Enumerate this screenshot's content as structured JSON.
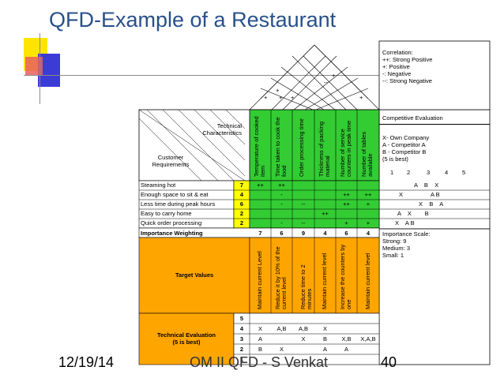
{
  "title": "QFD-Example of a Restaurant",
  "footer": {
    "date": "12/19/14",
    "center": "OM II QFD - S Venkat",
    "page": "40"
  },
  "colors": {
    "title": "#28508a",
    "yellow": "#ffff00",
    "orange": "#ffa500",
    "green": "#33cc33",
    "deco_yellow": "#ffe400",
    "deco_blue": "#3b3bd6",
    "deco_red": "#e86060"
  },
  "correlation_legend": {
    "heading": "Correlation:",
    "items": [
      "++: Strong Positive",
      "+: Positive",
      "-: Negative",
      "--: Strong Negative"
    ]
  },
  "roof_marks": [
    "+",
    "--",
    "+",
    "+",
    "+",
    "+",
    "+"
  ],
  "technical_label": "Technical\nCharacteristics",
  "customer_label": "Customer\nRequirements",
  "technical_characteristics": [
    "Temperature of cooked item",
    "Time taken to cook the food",
    "Order processing time",
    "Thickness of packing material",
    "Number of service counters in peak time",
    "Number of tables available"
  ],
  "competitive_header": "Competitive Evaluation",
  "competitive_legend": [
    "X- Own Company",
    "A - Competitor A",
    "B - Competitor B",
    "(5 is best)"
  ],
  "scale": [
    "1",
    "2",
    "3",
    "4",
    "5"
  ],
  "requirements": [
    {
      "name": "Steaming hot",
      "weight": "7",
      "cells": [
        "++",
        "++",
        "",
        "",
        "",
        ""
      ],
      "eval": "A    B    X"
    },
    {
      "name": "Enough space to sit & eat",
      "weight": "4",
      "cells": [
        "",
        "-",
        "",
        "",
        "++",
        "++"
      ],
      "eval": "X                 A B"
    },
    {
      "name": "Less time during peak hours",
      "weight": "6",
      "cells": [
        "",
        "-",
        "--",
        "",
        "++",
        "+"
      ],
      "eval": "X    B    A"
    },
    {
      "name": "Easy to carry home",
      "weight": "2",
      "cells": [
        "",
        "",
        "",
        "++",
        "",
        ""
      ],
      "eval": "A    X        B"
    },
    {
      "name": "Quick order processing",
      "weight": "2",
      "cells": [
        "",
        "-",
        "--",
        "",
        "+",
        "+"
      ],
      "eval": "X    A B"
    }
  ],
  "importance": {
    "label": "Importance Weighting",
    "values": [
      "7",
      "6",
      "9",
      "4",
      "6",
      "4"
    ]
  },
  "importance_scale": [
    "Importance Scale:",
    "Strong: 9",
    "Medium: 3",
    "Small: 1"
  ],
  "target_label": "Target Values",
  "targets": [
    "Maintain current Level",
    "Reduce it by 10% of the current level",
    "Reduce time to 2 minutes",
    "Maintain current level",
    "Increase the counters by one",
    "Maintain current level"
  ],
  "tech_eval": {
    "label": "Technical Evaluation\n(5 is best)",
    "levels": [
      "5",
      "4",
      "3",
      "2",
      "1"
    ],
    "rows": [
      [
        "",
        "",
        "",
        "",
        "",
        ""
      ],
      [
        "X",
        "A,B",
        "A,B",
        "X",
        "",
        ""
      ],
      [
        "A",
        "",
        "X",
        "B",
        "X,B",
        "X,A,B"
      ],
      [
        "B",
        "X",
        "",
        "A",
        "A",
        ""
      ],
      [
        "",
        "",
        "",
        "",
        "",
        ""
      ]
    ]
  }
}
